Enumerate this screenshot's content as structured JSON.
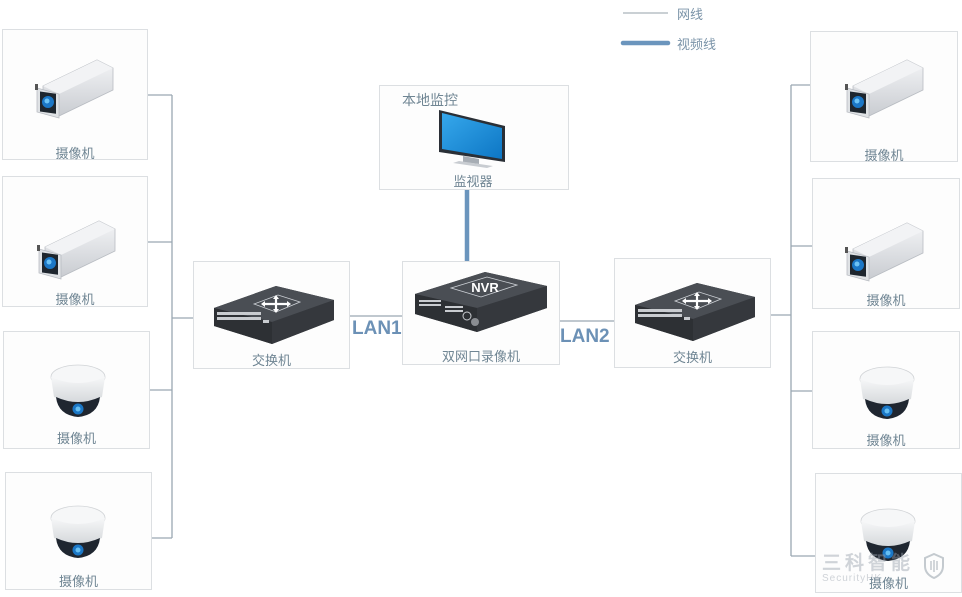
{
  "legend": {
    "items": [
      {
        "label": "网线",
        "line": "network-cable",
        "color": "#b9c0c6"
      },
      {
        "label": "视频线",
        "line": "video-cable",
        "color": "#6b95bd"
      }
    ]
  },
  "colors": {
    "network_line": "#9aa8b2",
    "video_line": "#6b95bd",
    "label_text": "#6f8593",
    "lan_text": "#6c91b6",
    "screen_blue": "#1e8fd8",
    "device_dark": "#3a3d42"
  },
  "nodes": {
    "left_cameras": [
      {
        "label": "摄像机",
        "type": "bullet-camera"
      },
      {
        "label": "摄像机",
        "type": "bullet-camera"
      },
      {
        "label": "摄像机",
        "type": "dome-camera"
      },
      {
        "label": "摄像机",
        "type": "dome-camera"
      }
    ],
    "right_cameras": [
      {
        "label": "摄像机",
        "type": "bullet-camera"
      },
      {
        "label": "摄像机",
        "type": "bullet-camera"
      },
      {
        "label": "摄像机",
        "type": "dome-camera"
      },
      {
        "label": "摄像机",
        "type": "dome-camera"
      }
    ],
    "left_switch": {
      "label": "交换机"
    },
    "right_switch": {
      "label": "交换机"
    },
    "nvr": {
      "label": "双网口录像机",
      "badge": "NVR"
    },
    "monitor": {
      "title": "本地监控",
      "label": "监视器"
    }
  },
  "links": {
    "lan1": "LAN1",
    "lan2": "LAN2"
  },
  "watermark": {
    "title": "三科智能",
    "subtitle": "SecurityHK"
  }
}
